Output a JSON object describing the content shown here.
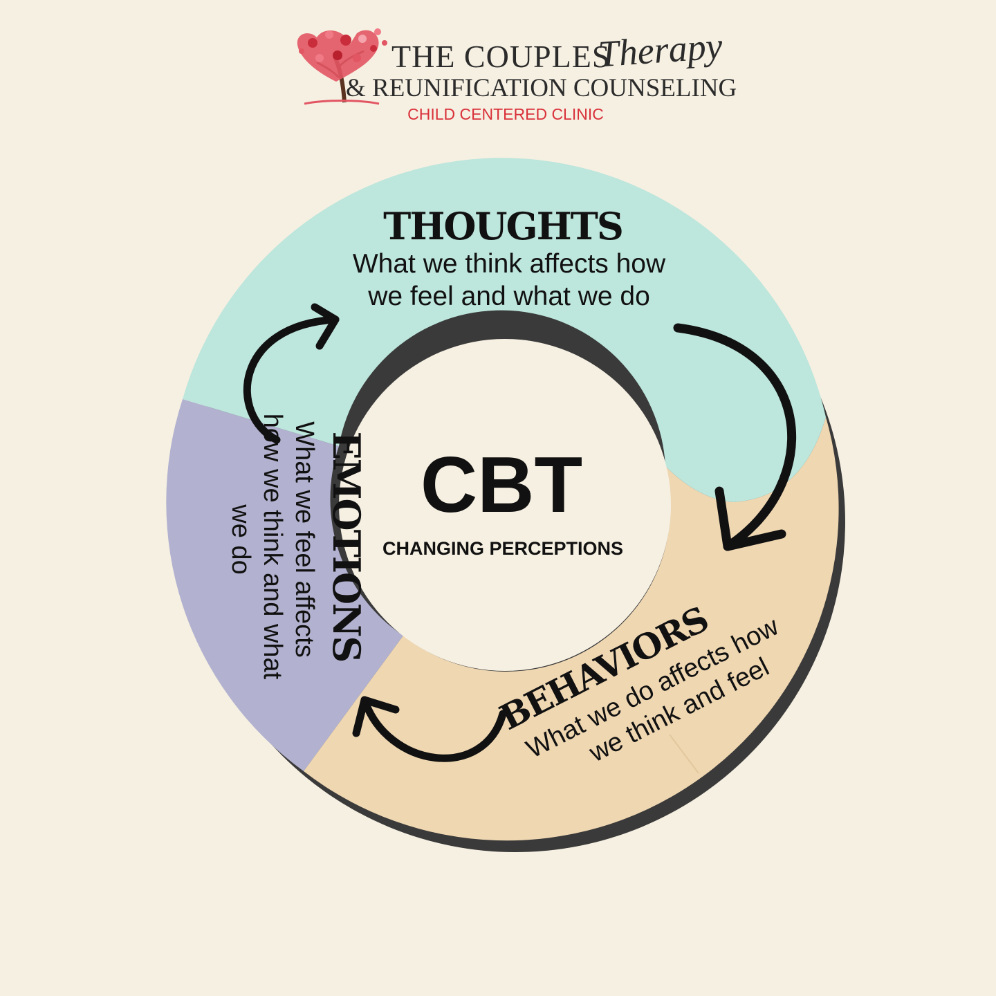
{
  "logo": {
    "line1": "THE COUPLES",
    "script_word": "Therapy",
    "line2": "& REUNIFICATION COUNSELING",
    "tagline": "CHILD CENTERED CLINIC",
    "icon": "heart-tree-icon"
  },
  "center": {
    "title": "CBT",
    "subtitle": "CHANGING PERCEPTIONS"
  },
  "segments": {
    "thoughts": {
      "title": "THOUGHTS",
      "line1": "What we think affects how",
      "line2": "we feel and what we do"
    },
    "behaviors": {
      "title": "BEHAVIORS",
      "line1": "What we do affects how",
      "line2": "we think and feel"
    },
    "emotions": {
      "title": "EMOTIONS",
      "line1": "What we feel affects",
      "line2": "how we think and what",
      "line3": "we do"
    }
  },
  "colors": {
    "background": "#f6f0e2",
    "thoughts": "#bde6dc",
    "behaviors": "#efd7b2",
    "emotions": "#b2b2d0",
    "shadow": "#3a3a3a",
    "tagline": "#d9313a"
  }
}
